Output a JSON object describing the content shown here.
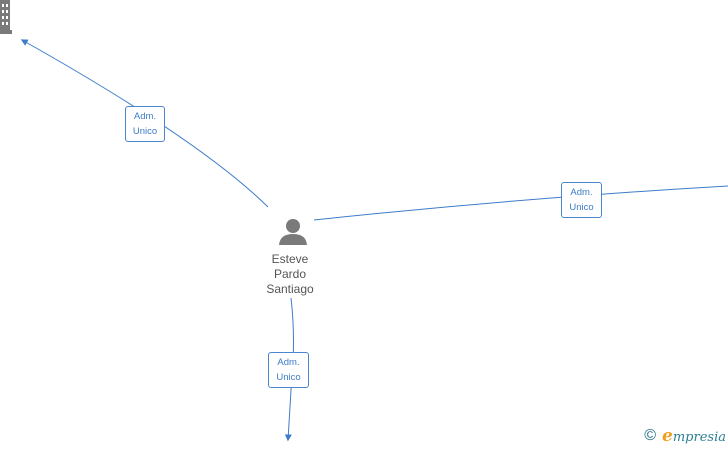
{
  "person": {
    "name_lines": [
      "Esteve",
      "Pardo",
      "Santiago"
    ],
    "icon": "person-icon"
  },
  "company_top_left": {
    "icon": "building-icon"
  },
  "relations": [
    {
      "id": "rel-top-left",
      "label_lines": [
        "Adm.",
        "Unico"
      ]
    },
    {
      "id": "rel-right",
      "label_lines": [
        "Adm.",
        "Unico"
      ]
    },
    {
      "id": "rel-bottom",
      "label_lines": [
        "Adm.",
        "Unico"
      ]
    }
  ],
  "colors": {
    "edge": "#3d7cc9",
    "icon": "#7a7a7a",
    "brand": "#2a7f94",
    "brand_accent": "#f0a020"
  },
  "brand": {
    "copyright": "©",
    "initial": "e",
    "rest": "mpresia"
  }
}
